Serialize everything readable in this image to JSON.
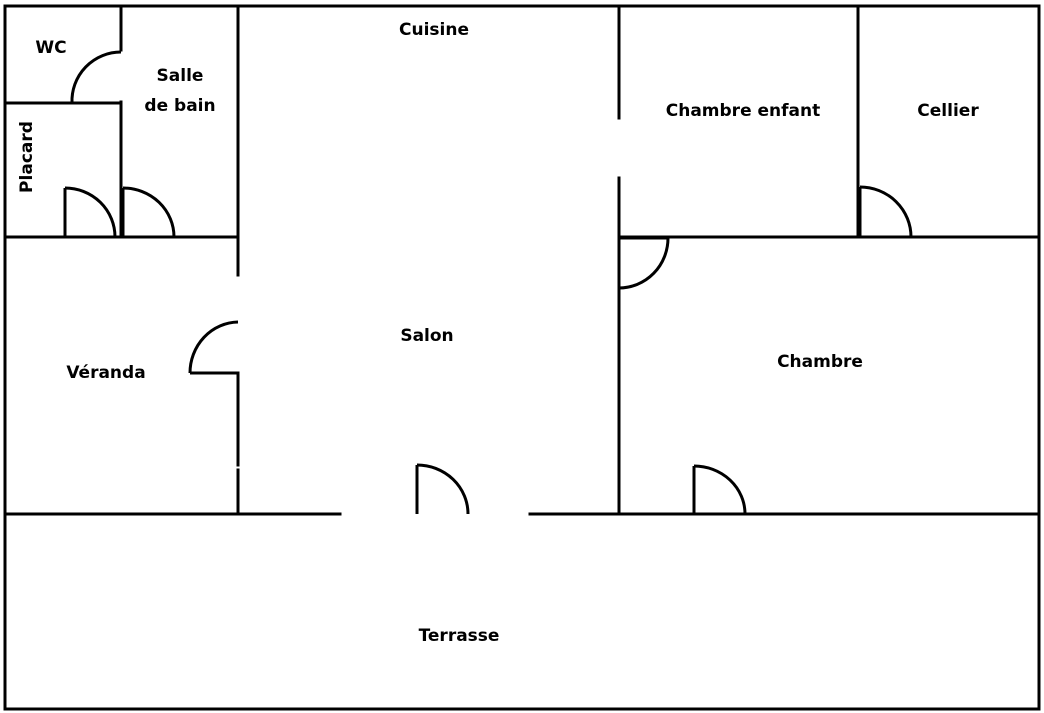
{
  "rooms": {
    "wc": "WC",
    "salle_line1": "Salle",
    "salle_line2": "de bain",
    "placard": "Placard",
    "cuisine": "Cuisine",
    "chambre_enfant": "Chambre enfant",
    "cellier": "Cellier",
    "veranda": "Véranda",
    "salon": "Salon",
    "chambre": "Chambre",
    "terrasse": "Terrasse"
  },
  "colors": {
    "wall": "#000000",
    "background": "#ffffff"
  }
}
